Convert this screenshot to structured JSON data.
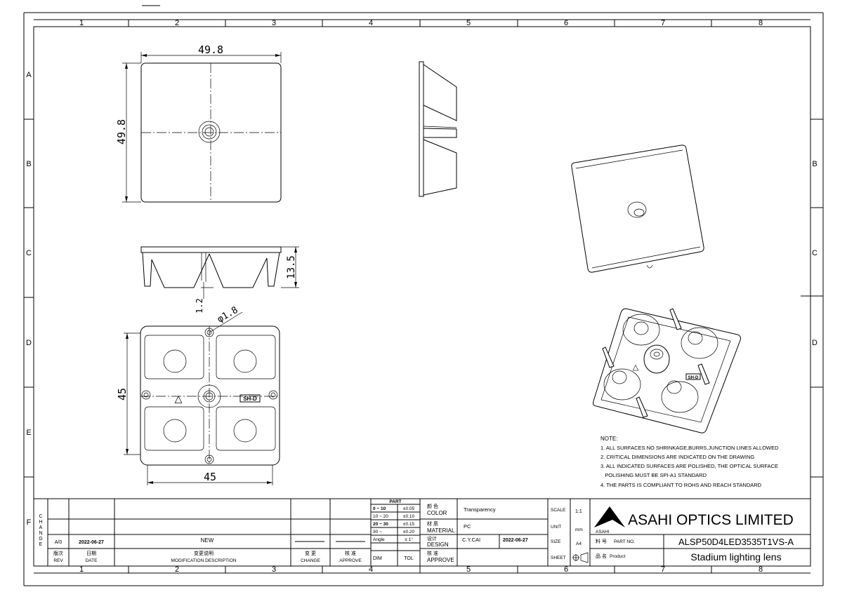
{
  "grid": {
    "columns": [
      "1",
      "2",
      "3",
      "4",
      "5",
      "6",
      "7",
      "8"
    ],
    "rows": [
      "A",
      "B",
      "C",
      "D",
      "E",
      "F"
    ]
  },
  "dimensions": {
    "top_width": "49.8",
    "top_height": "49.8",
    "side_height": "13.5",
    "pin_offset": "1.2",
    "hole_dia": "φ1.8",
    "bottom_width": "45",
    "bottom_height": "45"
  },
  "marks": {
    "triangle": "△",
    "sh_label": "SH-D"
  },
  "notes": {
    "title": "NOTE:",
    "items": [
      "1. ALL SURFACES NO SHRINKAGE,BURRS,JUNCTION LINES ALLOWED",
      "2. CRITICAL DIMENSIONS ARE INDICATED ON THE DRAWING",
      "3. ALL INDICATED SURFACES ARE POLISHED, THE OPTICAL SURFACE",
      "   POLISHING MUST BE SPI-A1 STANDARD",
      "4. THE PARTS IS COMPLIANT TO ROHS AND REACH STANDARD"
    ]
  },
  "title_block": {
    "change_letters": [
      "C",
      "H",
      "A",
      "N",
      "G",
      "E"
    ],
    "rev_row": {
      "rev": "A/0",
      "date": "2022-06-27",
      "desc": "NEW"
    },
    "headers": {
      "rev_cn": "版次",
      "rev_en": "REV",
      "date_cn": "日期",
      "date_en": "DATE",
      "desc_cn": "变更说明",
      "desc_en": "MODIFICATION DESCRIPTION",
      "change_cn": "变 更",
      "change_en": "CHANGE",
      "approve_cn": "核 准",
      "approve_en": "APPROVE"
    },
    "tolerance": {
      "title": "PART",
      "rows": [
        [
          "0 ~ 10",
          "±0.05"
        ],
        [
          "10 ~ 20",
          "±0.10"
        ],
        [
          "20 ~ 30",
          "±0.15"
        ],
        [
          "30 ~",
          "±0.20"
        ],
        [
          "Angle",
          "± 1°"
        ]
      ],
      "dim": "DIM",
      "tol": "TOL"
    },
    "fields": {
      "color_cn": "颜 色",
      "color_en": "COLOR",
      "color_val": "Transparency",
      "material_cn": "材 质",
      "material_en": "MATERIAL",
      "material_val": "PC",
      "design_cn": "设计",
      "design_en": "DESIGN",
      "design_val": "C.Y.CAI",
      "design_date": "2022-06-27",
      "approve_cn": "核 准",
      "approve_en": "APPROVE"
    },
    "scale_label": "SCALE",
    "scale_val": "1:1",
    "unit_label": "UNIT",
    "unit_val": "mm",
    "size_label": "SIZE",
    "size_val": "A4",
    "sheet_label": "SHEET",
    "company": "ASAHI OPTICS LIMITED",
    "logo_text": "ASAHI",
    "partno_cn": "料 号",
    "partno_en": "PART NO.",
    "partno_val": "ALSP50D4LED3535T1VS-A",
    "product_cn": "品 名",
    "product_en": "Product",
    "product_val": "Stadium lighting lens"
  }
}
